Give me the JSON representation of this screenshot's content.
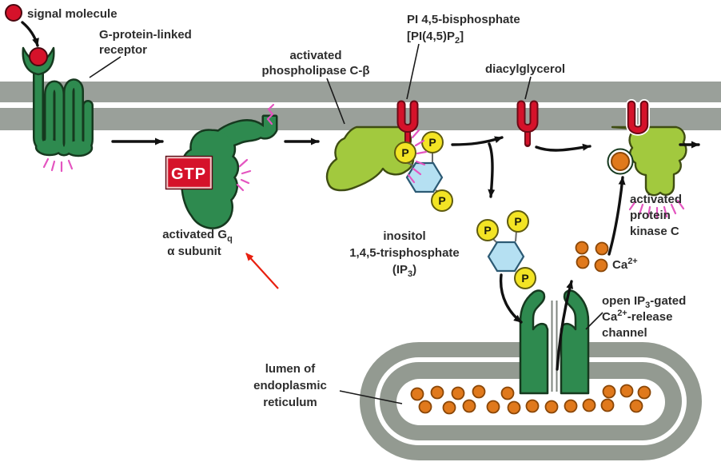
{
  "diagram": "G-protein-linked receptor / phospholipase C signaling pathway (IP3 and DAG second messengers)",
  "labels": {
    "signal_molecule": "signal molecule",
    "receptor_line1": "G-protein-linked",
    "receptor_line2": "receptor",
    "plc_line1": "activated",
    "plc_line2": "phospholipase C-β",
    "pip2_line1": "PI 4,5-bisphosphate",
    "pip2_line2_pre": "[PI(4,5)P",
    "pip2_line2_sub": "2",
    "pip2_line2_post": "]",
    "dag": "diacylglycerol",
    "gtp": "GTP",
    "gq_line1_pre": "activated G",
    "gq_line1_sub": "q",
    "gq_line2": "α subunit",
    "ip3_line1": "inositol",
    "ip3_line2": "1,4,5-trisphosphate",
    "ip3_line3_pre": "(IP",
    "ip3_line3_sub": "3",
    "ip3_line3_post": ")",
    "pkc_line1": "activated",
    "pkc_line2": "protein",
    "pkc_line3": "kinase C",
    "ca_pre": "Ca",
    "ca_sup": "2+",
    "channel_line1_pre": "open IP",
    "channel_line1_sub": "3",
    "channel_line1_post": "-gated",
    "channel_line2_pre": "Ca",
    "channel_line2_sup": "2+",
    "channel_line2_post": "-release",
    "channel_line3": "channel",
    "lumen_line1": "lumen of",
    "lumen_line2": "endoplasmic",
    "lumen_line3": "reticulum",
    "phosphate": "P"
  },
  "colors": {
    "membrane_gray": "#9aa09a",
    "er_gray": "#939a91",
    "dark_green": "#2e8a4f",
    "light_green": "#a2c93e",
    "red": "#d5122a",
    "yellow_phosphate": "#f3e424",
    "inositol_blue": "#b5e0f2",
    "calcium_orange": "#e0791c",
    "activation_magenta": "#e455c0",
    "annotation_arrow_red": "#e82010",
    "text": "#2d2d2d"
  },
  "counts": {
    "calcium_ions_in_lumen": 19,
    "calcium_ions_released": 4,
    "phosphates_on_pip2": 3,
    "phosphates_on_ip3": 3
  }
}
